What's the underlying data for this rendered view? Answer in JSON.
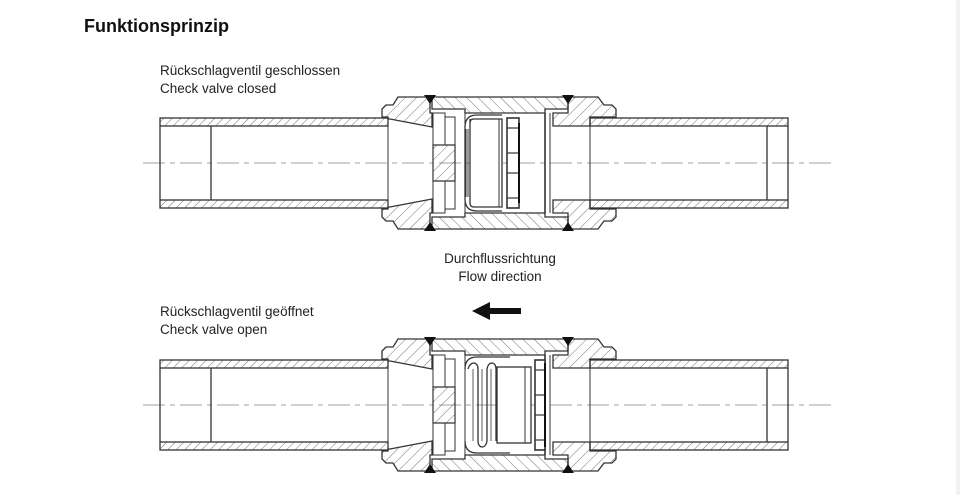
{
  "title": "Funktionsprinzip",
  "closed": {
    "label_de": "Rückschlagventil geschlossen",
    "label_en": "Check valve closed"
  },
  "flow": {
    "label_de": "Durchflussrichtung",
    "label_en": "Flow direction",
    "direction": "left"
  },
  "open": {
    "label_de": "Rückschlagventil geöffnet",
    "label_en": "Check valve open"
  },
  "colors": {
    "line": "#333333",
    "hatch": "#555555",
    "centerline": "#b0b0b0",
    "arrow": "#111111"
  }
}
